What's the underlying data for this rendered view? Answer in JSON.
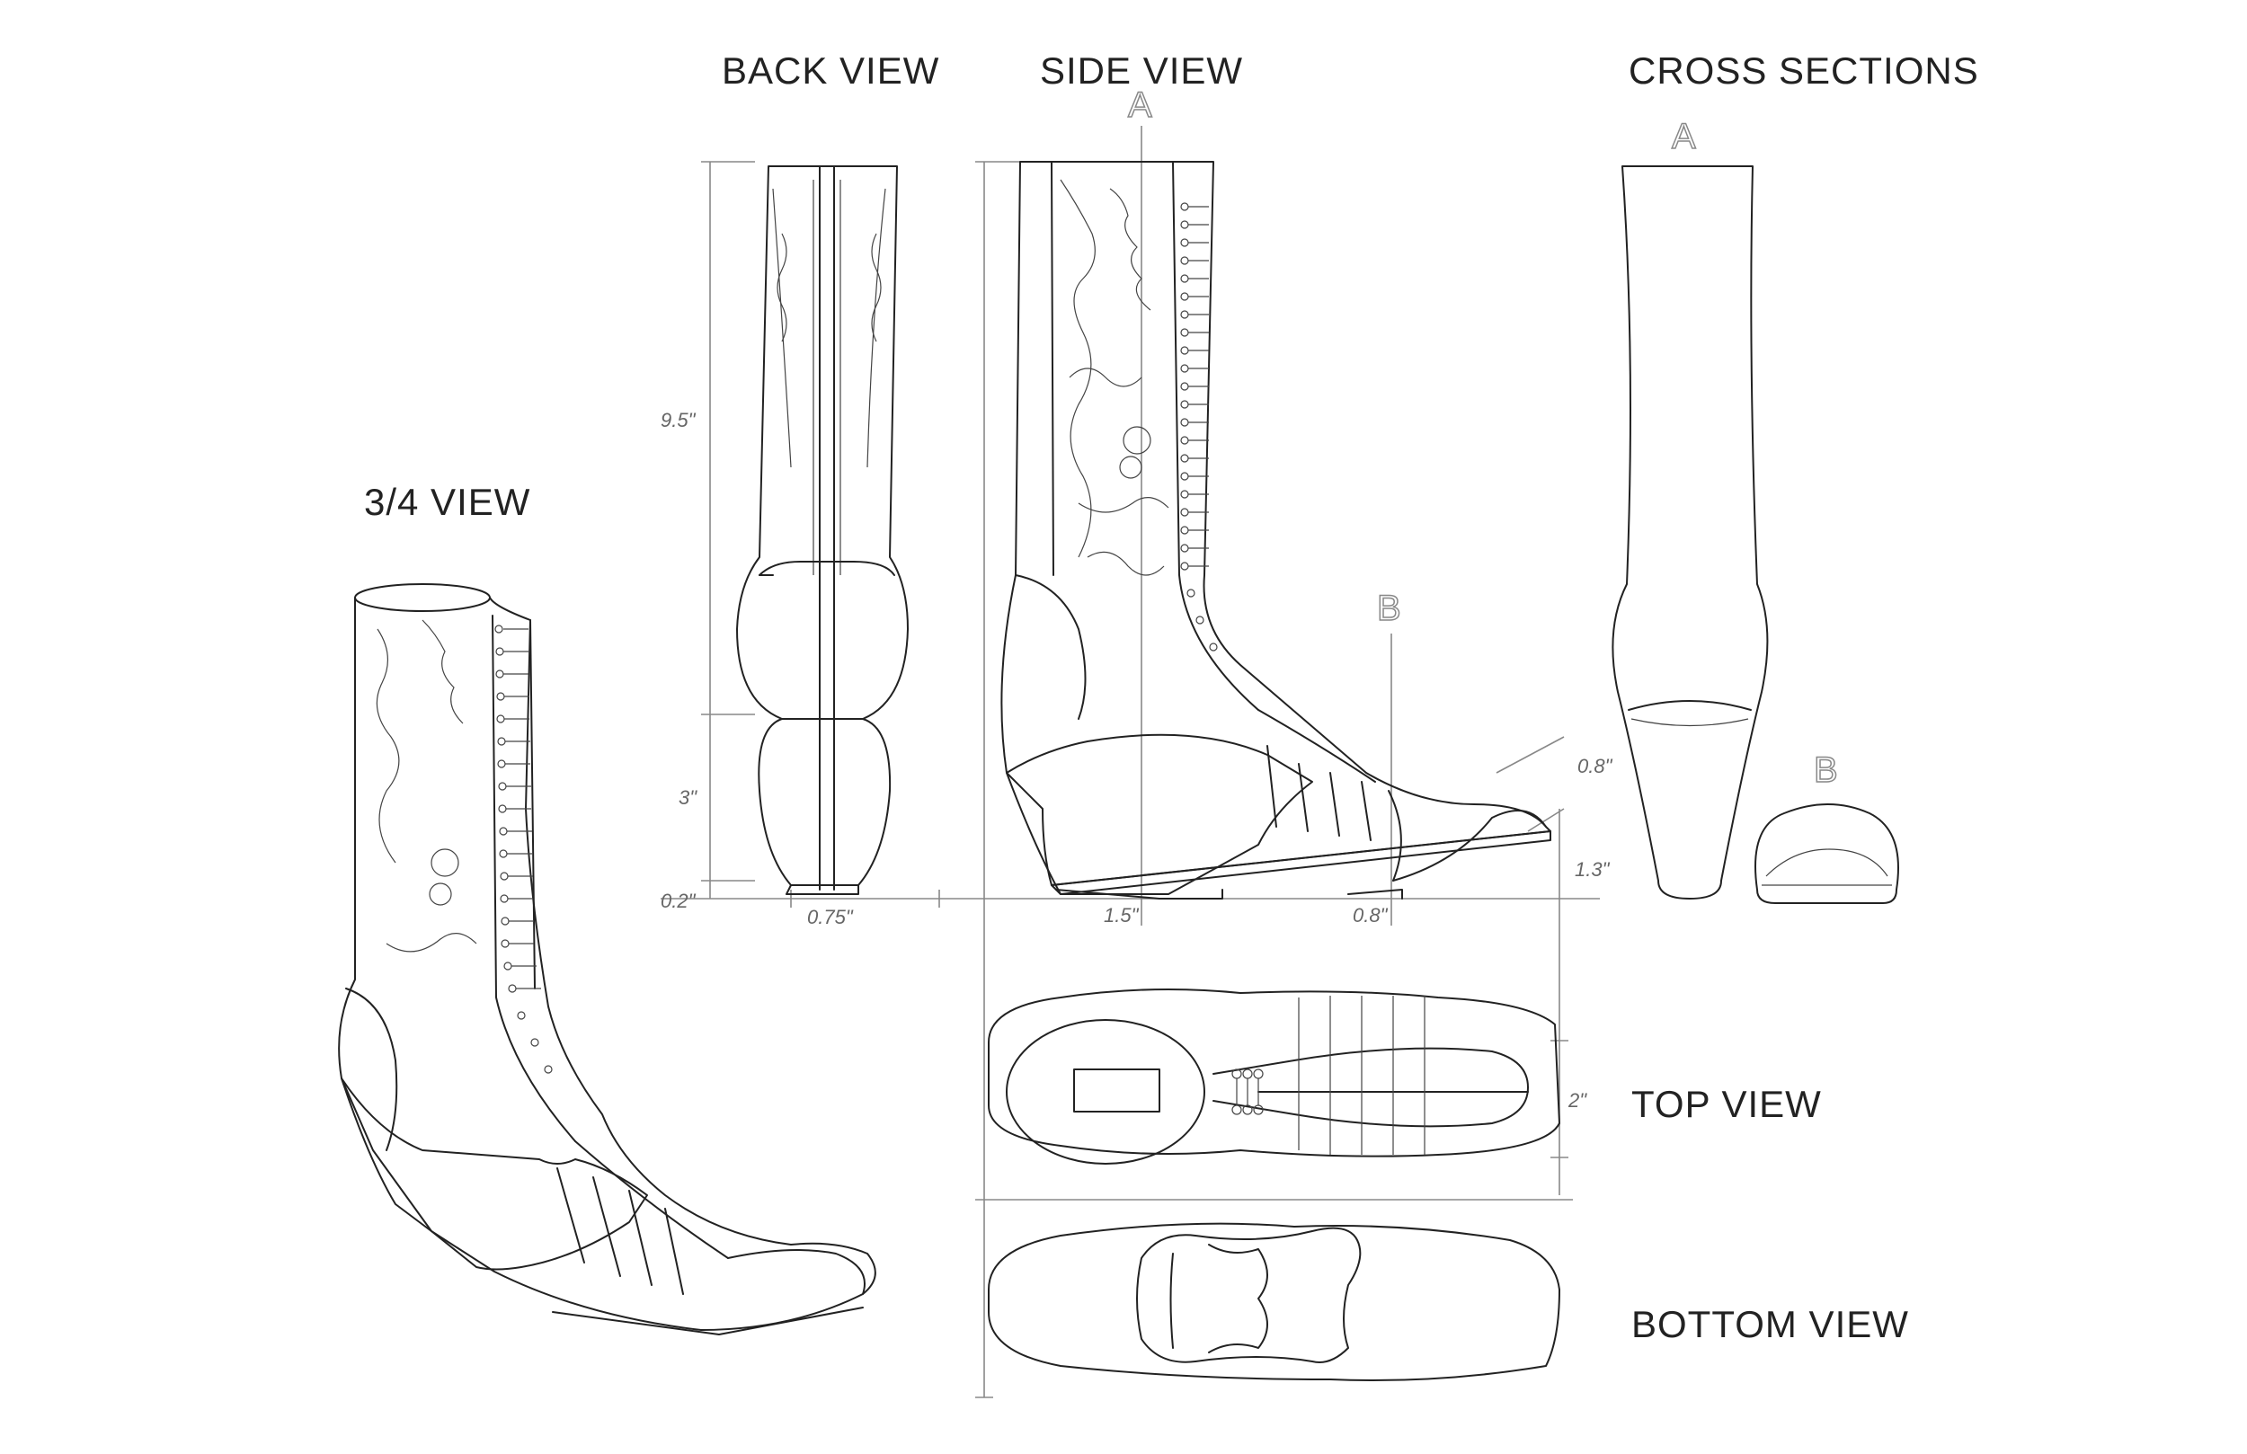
{
  "labels": {
    "back_view": "BACK VIEW",
    "side_view": "SIDE VIEW",
    "cross_sections": "CROSS SECTIONS",
    "three_quarter_view": "3/4 VIEW",
    "top_view": "TOP VIEW",
    "bottom_view": "BOTTOM VIEW"
  },
  "section_markers": {
    "side_a": "A",
    "side_b": "B",
    "cross_a": "A",
    "cross_b": "B"
  },
  "dimensions": {
    "shaft_height": "9.5\"",
    "heel_height": "3\"",
    "sole_thickness": "0.2\"",
    "heel_width": "0.75\"",
    "waist": "1.5\"",
    "forefoot": "0.8\"",
    "toe_height": "0.8\"",
    "toe_spring": "1.3\"",
    "width": "2\""
  }
}
